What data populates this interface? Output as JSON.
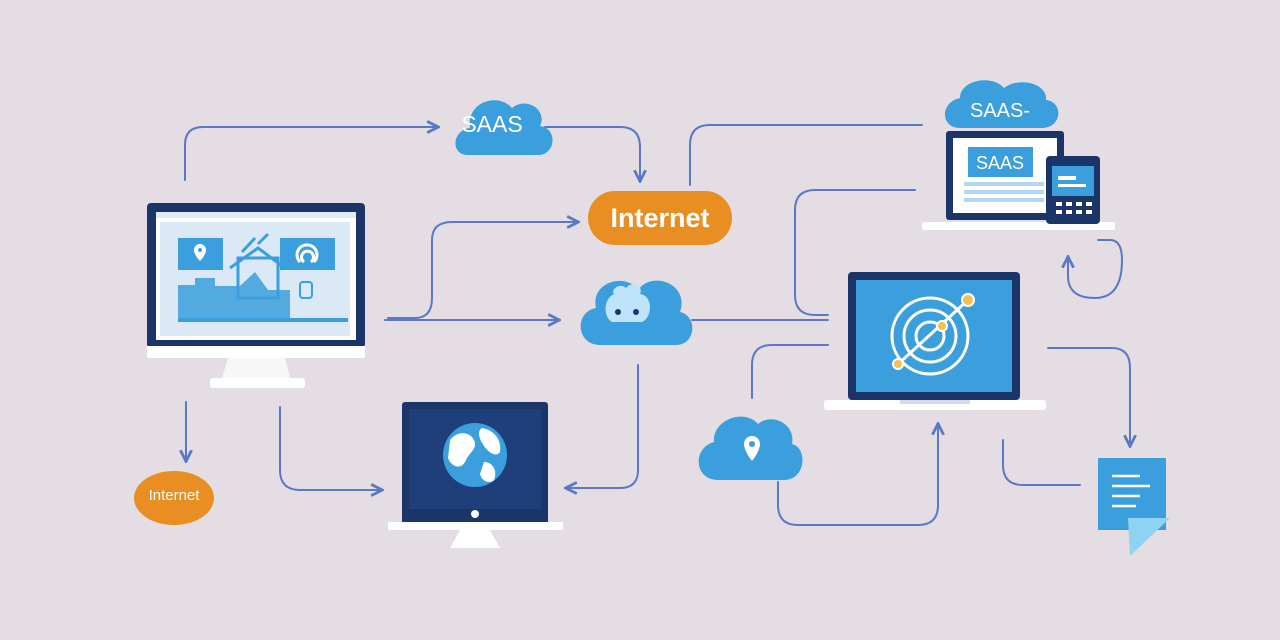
{
  "labels": {
    "saas_top": "SAAS",
    "internet_main": "Internet",
    "saas_cloud_right": "SAAS-",
    "saas_screen": "SAAS",
    "internet_small": "Internet"
  },
  "colors": {
    "background": "#e5dde4",
    "connector": "#5b78c4",
    "navy": "#1b3568",
    "sky": "#3a9fdc",
    "orange": "#e98e22",
    "white": "#ffffff"
  },
  "icons": {
    "desktop": "desktop-monitor-icon",
    "globe_monitor": "globe-monitor-icon",
    "laptop_radar": "laptop-radar-icon",
    "laptop_phone": "laptop-phone-icon",
    "cloud_center": "cloud-icon",
    "cloud_pin": "cloud-pin-icon",
    "document": "document-icon"
  }
}
